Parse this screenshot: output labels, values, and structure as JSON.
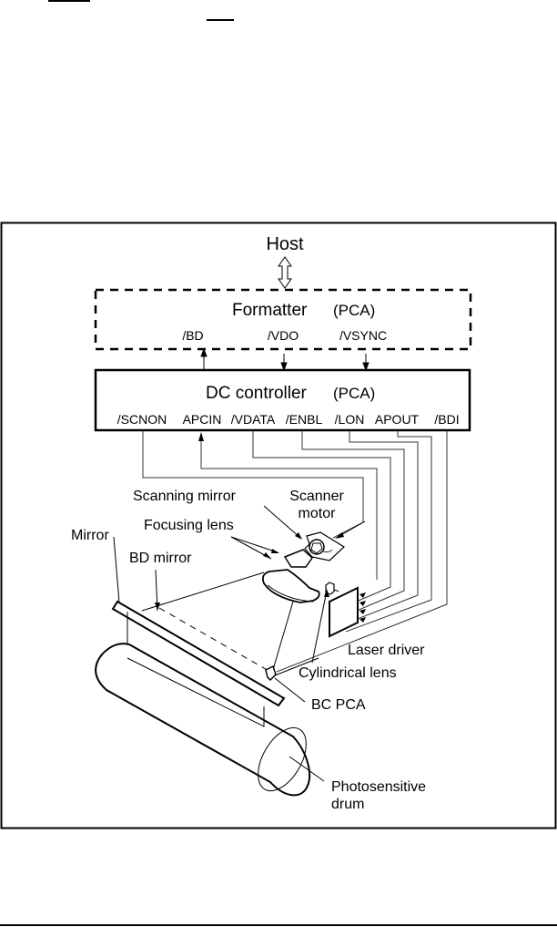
{
  "diagram": {
    "host_label": "Host",
    "formatter": {
      "title": "Formatter",
      "suffix": "(PCA)",
      "signals": [
        "/BD",
        "/VDO",
        "/VSYNC"
      ]
    },
    "dc_controller": {
      "title": "DC  controller",
      "suffix": "(PCA)",
      "signals": [
        "/SCNON",
        "APCIN",
        "/VDATA",
        "/ENBL",
        "/LON",
        "APOUT",
        "/BDI"
      ]
    },
    "components": {
      "scanning_mirror": "Scanning mirror",
      "scanner_motor_line1": "Scanner",
      "scanner_motor_line2": "motor",
      "focusing_lens": "Focusing lens",
      "mirror": "Mirror",
      "bd_mirror": "BD mirror",
      "laser_driver": "Laser driver",
      "cylindrical_lens": "Cylindrical lens",
      "bc_pca": "BC PCA",
      "drum_line1": "Photosensitive",
      "drum_line2": "drum"
    }
  }
}
